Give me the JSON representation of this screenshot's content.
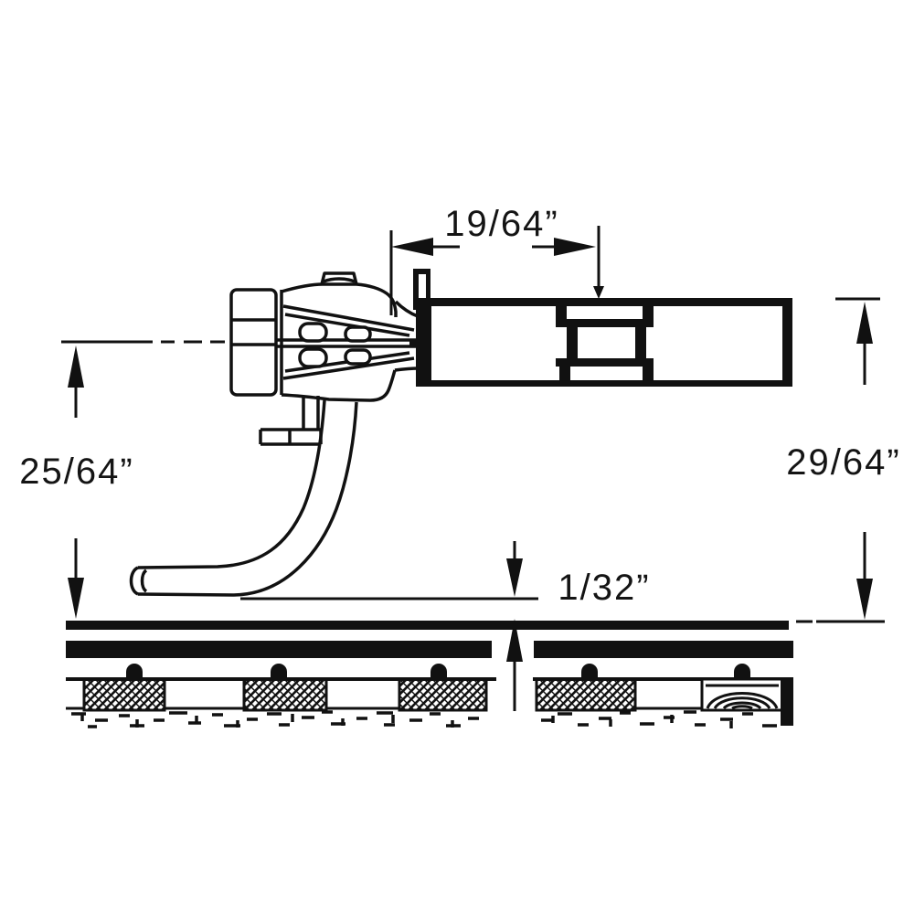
{
  "diagram": {
    "dimensions": {
      "top_offset": "19/64”",
      "coupler_centerline_height": "25/64”",
      "gauge_top_height": "29/64”",
      "trip_pin_clearance": "1/32”"
    },
    "colors": {
      "ink": "#111111",
      "paper": "#ffffff"
    }
  }
}
